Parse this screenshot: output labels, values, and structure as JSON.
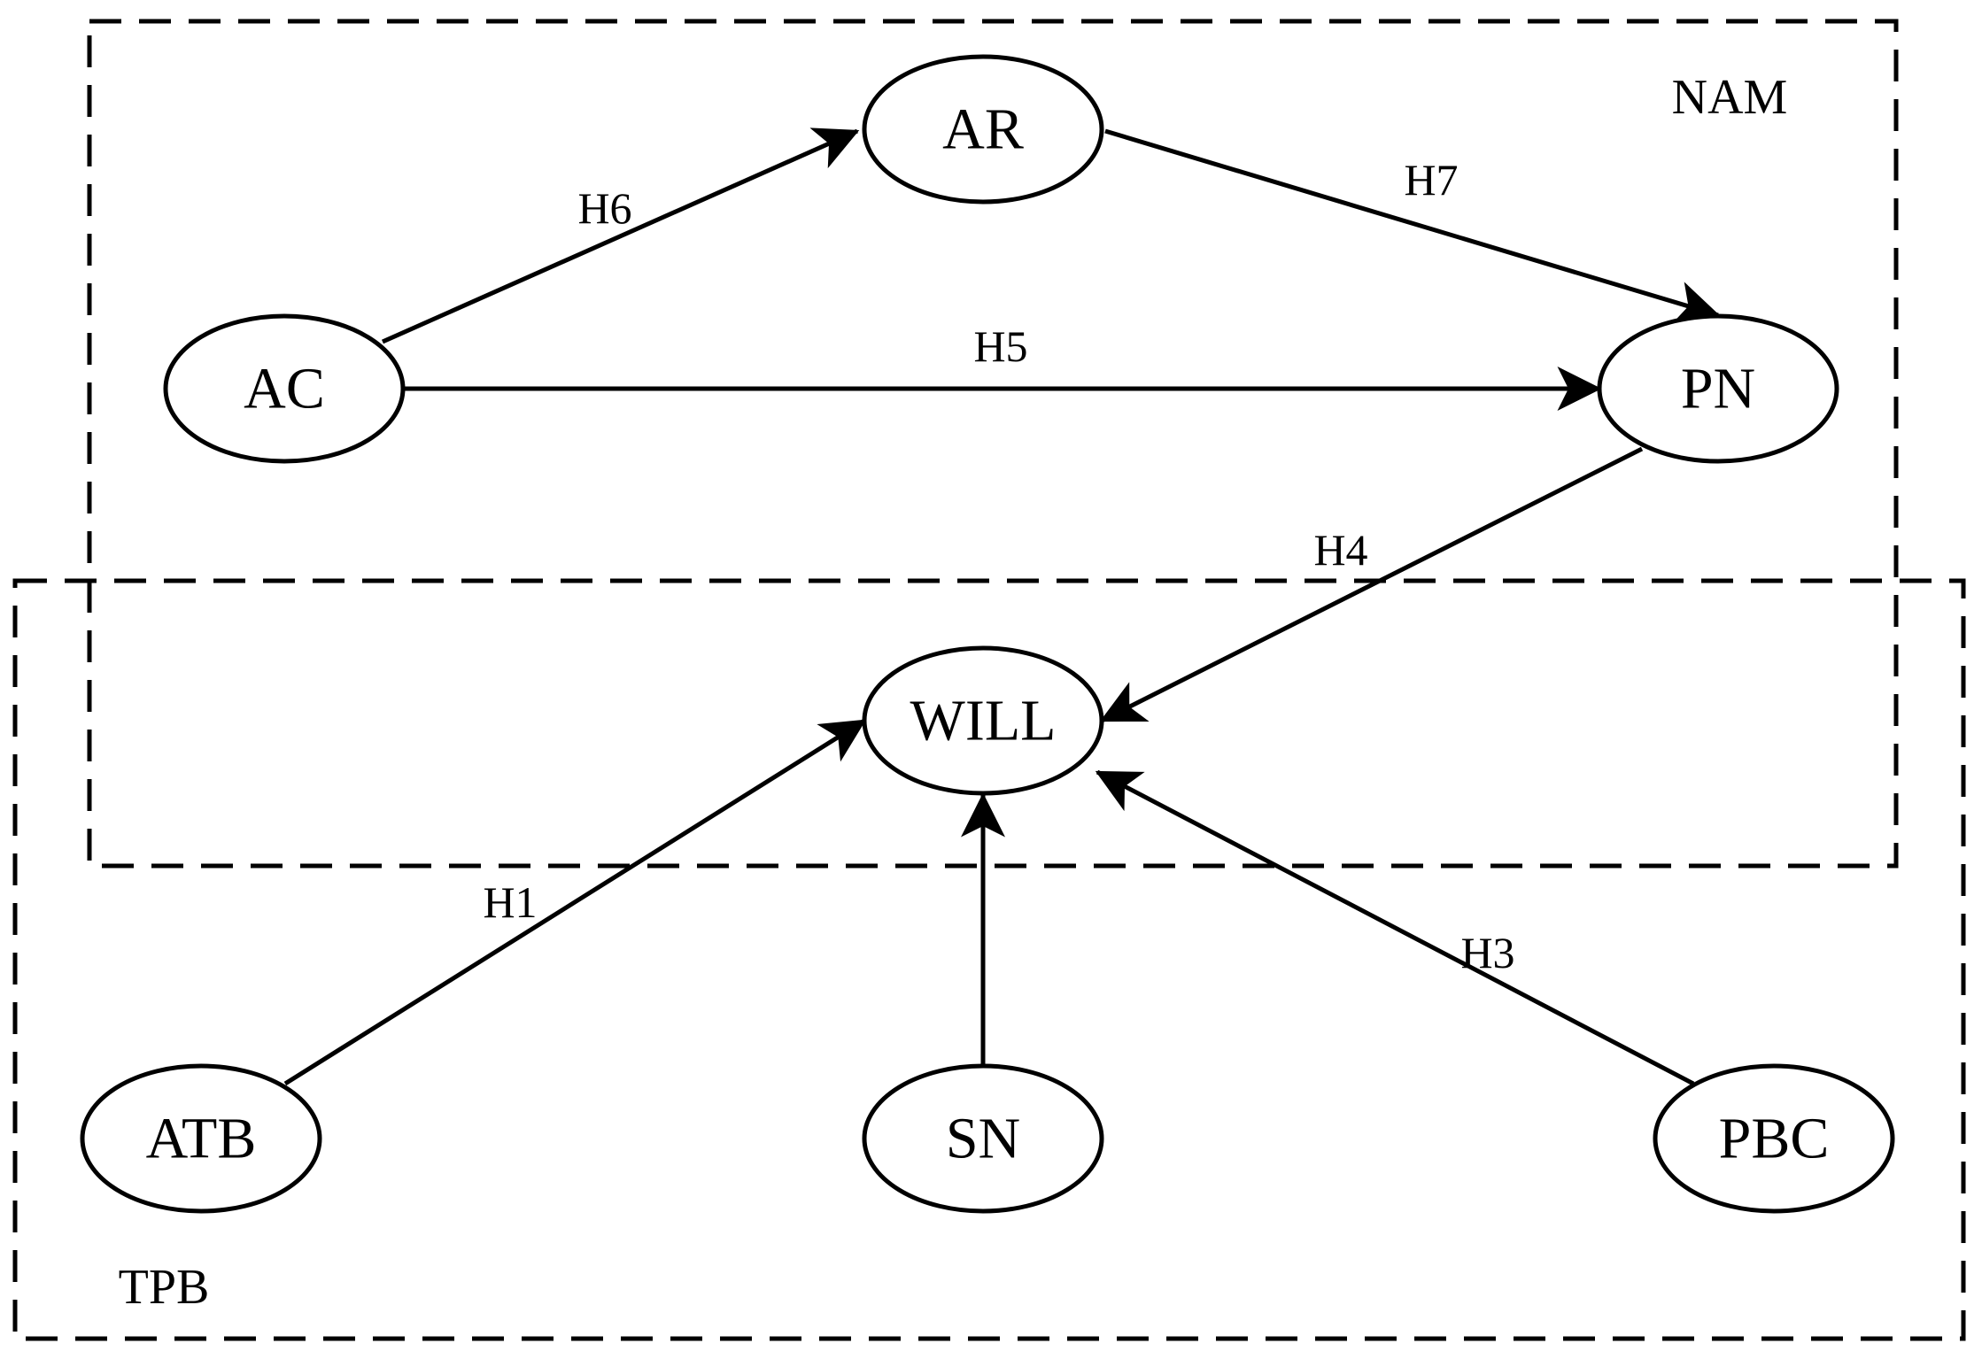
{
  "groups": {
    "nam": {
      "label": "NAM"
    },
    "tpb": {
      "label": "TPB"
    }
  },
  "nodes": {
    "ar": "AR",
    "ac": "AC",
    "pn": "PN",
    "will": "WILL",
    "atb": "ATB",
    "sn": "SN",
    "pbc": "PBC"
  },
  "edges": [
    {
      "id": "h6",
      "from": "AC",
      "to": "AR",
      "label": "H6"
    },
    {
      "id": "h7",
      "from": "AR",
      "to": "PN",
      "label": "H7"
    },
    {
      "id": "h5",
      "from": "AC",
      "to": "PN",
      "label": "H5"
    },
    {
      "id": "h4",
      "from": "PN",
      "to": "WILL",
      "label": "H4"
    },
    {
      "id": "h1",
      "from": "ATB",
      "to": "WILL",
      "label": "H1"
    },
    {
      "id": "h2",
      "from": "SN",
      "to": "WILL",
      "label": ""
    },
    {
      "id": "h3",
      "from": "PBC",
      "to": "WILL",
      "label": "H3"
    }
  ]
}
